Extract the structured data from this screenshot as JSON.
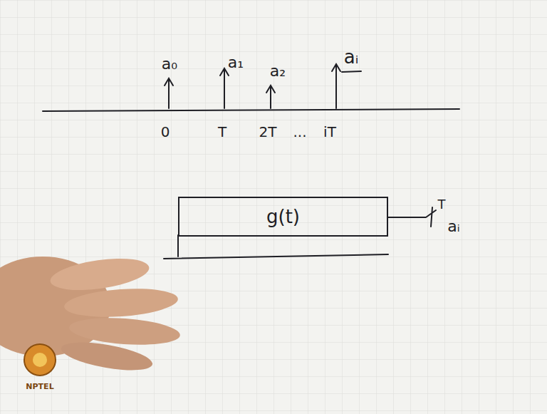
{
  "diagram": {
    "nodes": [
      {
        "text": [
          "g(t)"
        ]
      }
    ],
    "labels": [
      "a₀",
      "a₁",
      "a₂",
      "aᵢ",
      "0",
      "T",
      "2T",
      "...",
      "iT",
      "T",
      "aᵢ",
      "NPTEL"
    ]
  }
}
